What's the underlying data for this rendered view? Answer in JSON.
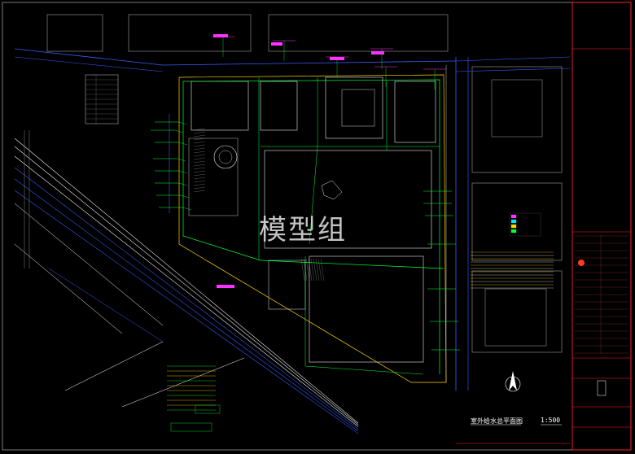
{
  "watermark": "模型组",
  "drawing": {
    "title": "室外给水总平面图",
    "scale": "1:500"
  },
  "colors": {
    "background": "#000000",
    "building_line": "#e8e8e8",
    "road_line": "#3a5cff",
    "water_pipe": "#00ff33",
    "magenta_label": "#ff33ff",
    "yellow_line": "#ffd400",
    "title_frame": "#ff2020",
    "cyan": "#00e5ff"
  },
  "icons": [
    "north-arrow-icon"
  ]
}
